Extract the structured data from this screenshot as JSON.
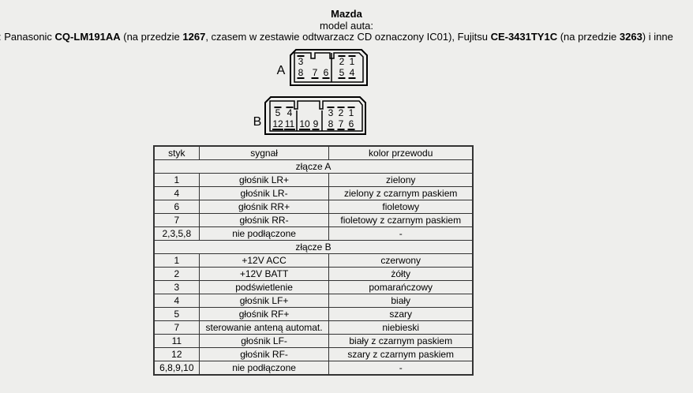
{
  "header": {
    "title": "Mazda",
    "subtitle": "model auta:",
    "description": [
      {
        "t": ": Panasonic ",
        "b": false
      },
      {
        "t": "CQ-LM191AA",
        "b": true
      },
      {
        "t": " (na przedzie ",
        "b": false
      },
      {
        "t": "1267",
        "b": true
      },
      {
        "t": ", czasem w zestawie odtwarzacz CD oznaczony IC01), Fujitsu ",
        "b": false
      },
      {
        "t": "CE-3431TY1C",
        "b": true
      },
      {
        "t": " (na przedzie ",
        "b": false
      },
      {
        "t": "3263",
        "b": true
      },
      {
        "t": ") i inne",
        "b": false
      }
    ]
  },
  "connectors": {
    "A": {
      "label": "A",
      "top": [
        "3",
        "2",
        "1"
      ],
      "bottom": [
        "8",
        "7",
        "6",
        "5",
        "4"
      ]
    },
    "B": {
      "label": "B",
      "top": [
        "5",
        "4",
        "3",
        "2",
        "1"
      ],
      "bottom": [
        "12",
        "11",
        "10",
        "9",
        "8",
        "7",
        "6"
      ]
    }
  },
  "table": {
    "headers": [
      "styk",
      "sygnał",
      "kolor przewodu"
    ],
    "sections": [
      {
        "title": "złącze A",
        "rows": [
          [
            "1",
            "głośnik LR+",
            "zielony"
          ],
          [
            "4",
            "głośnik LR-",
            "zielony z czarnym paskiem"
          ],
          [
            "6",
            "głośnik RR+",
            "fioletowy"
          ],
          [
            "7",
            "głośnik RR-",
            "fioletowy z czarnym paskiem"
          ],
          [
            "2,3,5,8",
            "nie podłączone",
            "-"
          ]
        ]
      },
      {
        "title": "złącze B",
        "rows": [
          [
            "1",
            "+12V ACC",
            "czerwony"
          ],
          [
            "2",
            "+12V BATT",
            "żółty"
          ],
          [
            "3",
            "podświetlenie",
            "pomarańczowy"
          ],
          [
            "4",
            "głośnik LF+",
            "biały"
          ],
          [
            "5",
            "głośnik RF+",
            "szary"
          ],
          [
            "7",
            "sterowanie anteną automat.",
            "niebieski"
          ],
          [
            "11",
            "głośnik LF-",
            "biały z czarnym paskiem"
          ],
          [
            "12",
            "głośnik RF-",
            "szary z czarnym paskiem"
          ],
          [
            "6,8,9,10",
            "nie podłączone",
            "-"
          ]
        ]
      }
    ]
  }
}
